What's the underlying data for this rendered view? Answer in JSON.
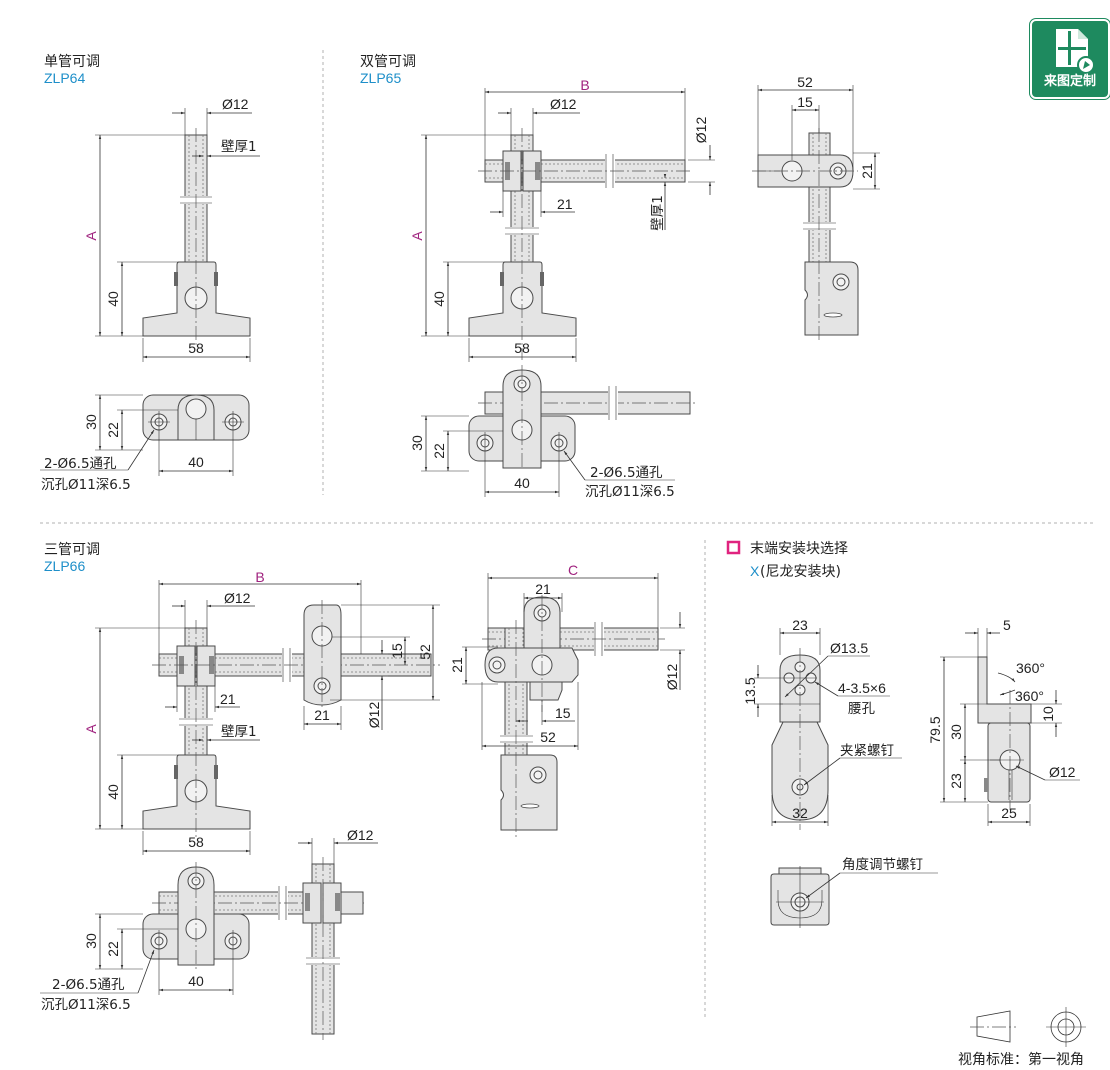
{
  "badge": {
    "label": "来图定制",
    "icon": "custom-drawing-icon",
    "color": "#1e8a5f"
  },
  "sections": {
    "zlp64": {
      "title": "单管可调",
      "code": "ZLP64",
      "dims": {
        "dia": "Ø12",
        "wall": "壁厚1",
        "A": "A",
        "h40": "40",
        "w58": "58",
        "h30": "30",
        "h22": "22",
        "w40": "40"
      },
      "hole_note": [
        "2-Ø6.5通孔",
        "沉孔Ø11深6.5"
      ]
    },
    "zlp65": {
      "title": "双管可调",
      "code": "ZLP65",
      "dims": {
        "B": "B",
        "dia": "Ø12",
        "dia_v": "Ø12",
        "w21": "21",
        "wall_v": "壁厚1",
        "A": "A",
        "h40": "40",
        "w58": "58",
        "side_w52": "52",
        "side_w15": "15",
        "side_h21": "21",
        "h30": "30",
        "h22": "22",
        "w40": "40"
      },
      "hole_note": [
        "2-Ø6.5通孔",
        "沉孔Ø11深6.5"
      ]
    },
    "zlp66": {
      "title": "三管可调",
      "code": "ZLP66",
      "dims": {
        "B": "B",
        "dia": "Ø12",
        "w21": "21",
        "wall": "壁厚1",
        "A": "A",
        "h40": "40",
        "w58": "58",
        "clamp_w21": "21",
        "clamp_h15": "15",
        "clamp_h52": "52",
        "clamp_dia": "Ø12",
        "C": "C",
        "side_w21": "21",
        "side_h21": "21",
        "side_w15": "15",
        "side_w52": "52",
        "side_dia": "Ø12",
        "bot_dia": "Ø12",
        "h30": "30",
        "h22": "22",
        "w40": "40"
      },
      "hole_note": [
        "2-Ø6.5通孔",
        "沉孔Ø11深6.5"
      ]
    },
    "end_block": {
      "marker_color": "#e0237f",
      "title": "末端安装块选择",
      "code": "X",
      "code_desc": "(尼龙安装块)",
      "dims": {
        "w23": "23",
        "dia135": "Ø13.5",
        "h135": "13.5",
        "slot": "4-3.5×6",
        "slot_label": "腰孔",
        "clamp_screw": "夹紧螺钉",
        "w32": "32",
        "w5": "5",
        "rot1": "360°",
        "rot2": "360°",
        "h795": "79.5",
        "h30": "30",
        "h10": "10",
        "h23": "23",
        "dia12": "Ø12",
        "w25": "25",
        "angle_screw": "角度调节螺钉"
      }
    }
  },
  "projection": {
    "label": "视角标准：第一视角"
  },
  "colors": {
    "code": "#1e8fc9",
    "variable": "#a0237f",
    "part_fill": "#e4e4e4"
  }
}
